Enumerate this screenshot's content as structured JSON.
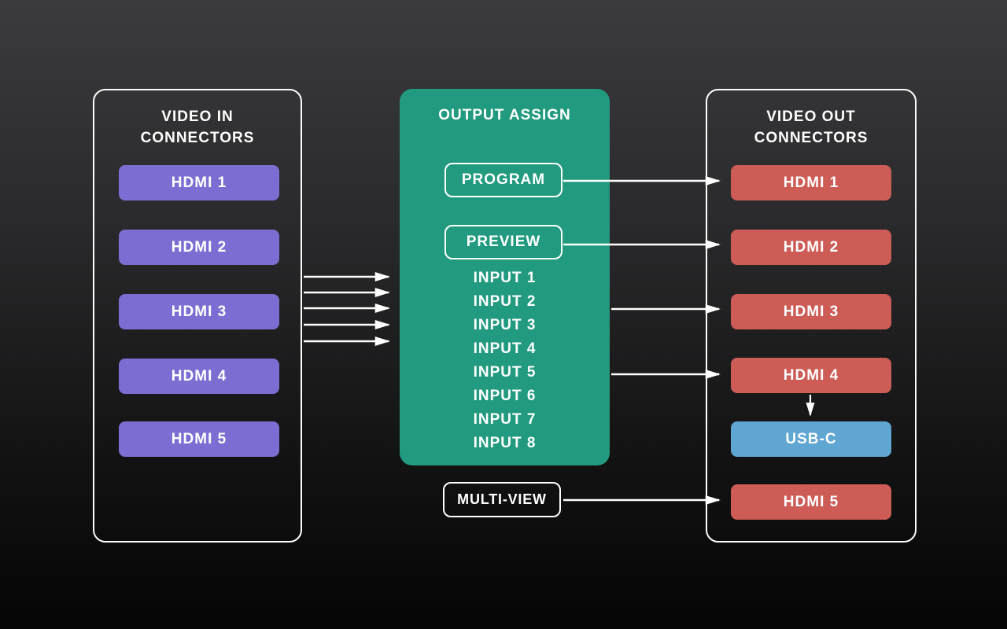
{
  "panels": {
    "video_in": {
      "title": [
        "VIDEO IN",
        "CONNECTORS"
      ],
      "connectors": [
        "HDMI 1",
        "HDMI 2",
        "HDMI 3",
        "HDMI 4",
        "HDMI 5"
      ]
    },
    "output_assign": {
      "title": "OUTPUT ASSIGN",
      "program_label": "PROGRAM",
      "preview_label": "PREVIEW",
      "inputs": [
        "INPUT 1",
        "INPUT 2",
        "INPUT 3",
        "INPUT 4",
        "INPUT 5",
        "INPUT 6",
        "INPUT 7",
        "INPUT 8"
      ],
      "multiview_label": "MULTI-VIEW"
    },
    "video_out": {
      "title": [
        "VIDEO OUT",
        "CONNECTORS"
      ],
      "connectors": [
        {
          "label": "HDMI 1",
          "type": "hdmi"
        },
        {
          "label": "HDMI 2",
          "type": "hdmi"
        },
        {
          "label": "HDMI 3",
          "type": "hdmi"
        },
        {
          "label": "HDMI 4",
          "type": "hdmi"
        },
        {
          "label": "USB-C",
          "type": "usbc"
        },
        {
          "label": "HDMI 5",
          "type": "hdmi"
        }
      ]
    }
  },
  "connections": [
    {
      "from": "video-in-panel",
      "to": "output-assign-panel"
    },
    {
      "from": "video-in-panel",
      "to": "output-assign-panel"
    },
    {
      "from": "video-in-panel",
      "to": "output-assign-panel"
    },
    {
      "from": "video-in-panel",
      "to": "output-assign-panel"
    },
    {
      "from": "video-in-panel",
      "to": "output-assign-panel"
    },
    {
      "from": "program",
      "to": "hdmi-out-1"
    },
    {
      "from": "preview",
      "to": "hdmi-out-2"
    },
    {
      "from": "output-assign-panel",
      "to": "hdmi-out-3"
    },
    {
      "from": "output-assign-panel",
      "to": "hdmi-out-4"
    },
    {
      "from": "multi-view",
      "to": "hdmi-out-5"
    },
    {
      "from": "hdmi-out-4",
      "to": "usb-c-out"
    }
  ],
  "colors": {
    "input_connector": "#7b6ed2",
    "output_connector": "#cc5c55",
    "usbc_connector": "#5fa6d3",
    "output_assign_panel": "#219a80",
    "arrow_line": "#ffffff",
    "panel_border": "#fdfdfd"
  }
}
